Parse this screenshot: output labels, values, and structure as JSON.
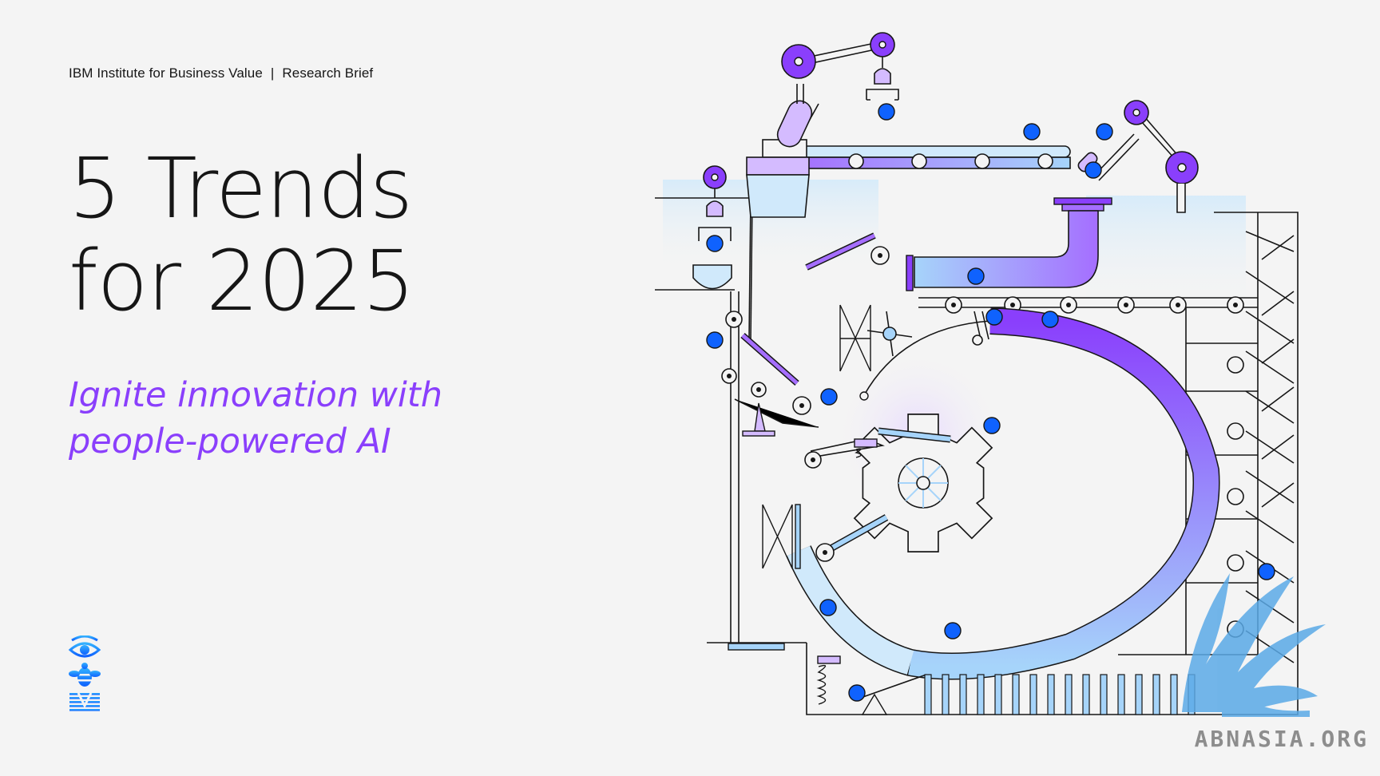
{
  "header": {
    "publisher": "IBM Institute for Business Value",
    "separator": "|",
    "doc_type": "Research Brief"
  },
  "title": {
    "line1": "5 Trends",
    "line2": "for 2025"
  },
  "subtitle": {
    "line1": "Ignite innovation with",
    "line2": "people-powered AI"
  },
  "logo": {
    "icon": "ibm-eye-bee-m-rebus-icon",
    "text": "IBM"
  },
  "illustration": {
    "icon": "rube-goldberg-machine-illustration"
  },
  "watermark": {
    "text": "ABNASIA.ORG",
    "icon": "dragon-watermark-icon"
  },
  "colors": {
    "background": "#f4f4f4",
    "text": "#161616",
    "accent_purple": "#8a3ffc",
    "ball_blue": "#0f62fe",
    "light_blue": "#a6d4fa",
    "outline": "#161616"
  }
}
